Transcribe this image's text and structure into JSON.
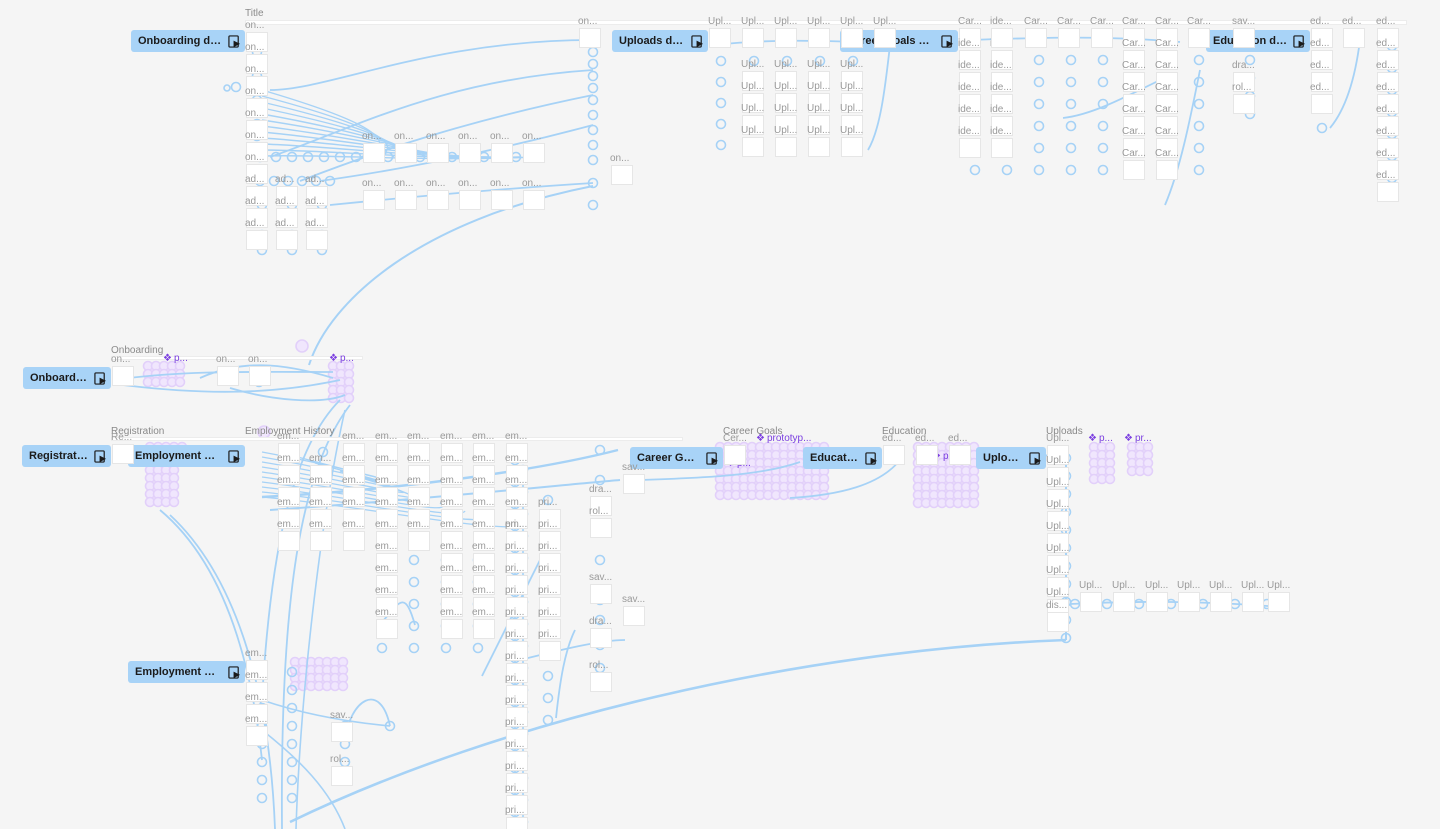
{
  "canvas": {
    "background": "#f5f5f5",
    "connector_color": "#a6d2f6",
    "flow_button_color": "#a8d3f7",
    "component_color": "#7b3fe0"
  },
  "section_titles": {
    "title": "Title",
    "onboarding": "Onboarding",
    "registration": "Registration",
    "employment_history": "Employment History",
    "career_goals": "Career Goals",
    "education": "Education",
    "uploads": "Uploads"
  },
  "flow_starts": [
    {
      "id": "onboarding-draft",
      "label": "Onboarding draft"
    },
    {
      "id": "uploads-draft",
      "label": "Uploads draft"
    },
    {
      "id": "career-goals-draft",
      "label": "Career Goals draft"
    },
    {
      "id": "education-draft",
      "label": "Education draft"
    },
    {
      "id": "onboarding",
      "label": "Onboarding"
    },
    {
      "id": "registration",
      "label": "Registration"
    },
    {
      "id": "employment-history-1",
      "label": "Employment His..."
    },
    {
      "id": "career-goals",
      "label": "Career Goals"
    },
    {
      "id": "education",
      "label": "Education"
    },
    {
      "id": "uploads",
      "label": "Uploads"
    },
    {
      "id": "employment-history-2",
      "label": "Employment His..."
    }
  ],
  "component_labels": {
    "p1": "p...",
    "p2": "p...",
    "prototype": "prototyp...",
    "p3": "p...",
    "p4": "p...",
    "pr": "pr...",
    "p5": "p..."
  },
  "frame_labels": {
    "on": "on...",
    "upl": "Upl...",
    "car": "Car...",
    "ide": "ide...",
    "sav": "sav...",
    "ed": "ed...",
    "em": "em...",
    "pri": "pri...",
    "ad": "ad...",
    "dra": "dra...",
    "rol": "rol...",
    "dis": "dis...",
    "re": "Re...",
    "cer": "Cer..."
  }
}
